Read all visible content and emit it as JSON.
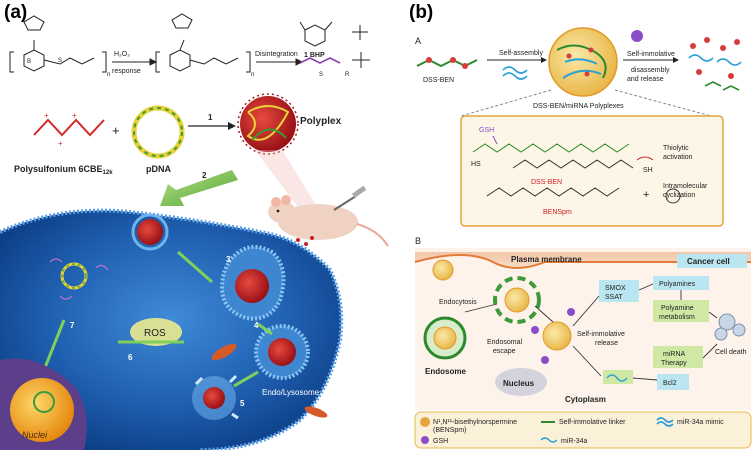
{
  "panel_a": {
    "label": "(a)",
    "chem": {
      "h2o2": "H₂O₂",
      "response": "response",
      "disintegration": "Disintegration",
      "bhp": "1 BHP",
      "n": "n",
      "plus_s": "S",
      "r": "R",
      "boron": "B"
    },
    "polysulfonium": "Polysulfonium 6CBE",
    "polysulfonium_sub": "12k",
    "pdna": "pDNA",
    "polyplex": "Polyplex",
    "ros": "ROS",
    "nuclei": "Nuclei",
    "endo": "Endo/Lysosome",
    "steps": [
      "1",
      "2",
      "3",
      "4",
      "5",
      "6",
      "7"
    ],
    "plus": "+"
  },
  "panel_b": {
    "label": "(b)",
    "section_a": "A",
    "dss_ben": "DSS-BEN",
    "self_assembly": "Self-assembly",
    "self_immolative": "Self-immolative",
    "disassembly": "disassembly",
    "and_release": "and release",
    "polyplexes": "DSS-BEN/miRNA Polyplexes",
    "gsh": "GSH",
    "dss_ben_red": "DSS-BEN",
    "thiolytic": "Thiolytic",
    "activation": "activation",
    "intramolecular": "Intramolecular",
    "cyclization": "cyclization",
    "bensp": "BENSpm",
    "sh": "SH",
    "hs": "HS",
    "nh": "H",
    "section_b": "B",
    "plasma_membrane": "Plasma membrane",
    "cancer_cell": "Cancer cell",
    "endocytosis": "Endocytosis",
    "endosome": "Endosome",
    "endosomal": "Endosomal",
    "escape": "escape",
    "nucleus": "Nucleus",
    "self_immolative_release": "Self-immolative",
    "release": "release",
    "smox": "SMOX",
    "ssat": "SSAT",
    "polyamines": "Polyamines",
    "polyamine": "Polyamine",
    "metabolism": "metabolism",
    "mirna": "miRNA",
    "therapy": "Therapy",
    "cell_death": "Cell death",
    "bcl2": "Bcl2",
    "cytoplasm": "Cytoplasm",
    "legend": {
      "bensp_full": "N¹,N¹¹-bisethylnorspermine",
      "bensp_abbr": "(BENSpm)",
      "linker": "Self-immolative linker",
      "mimic": "miR-34a mimic",
      "gsh": "GSH",
      "mir34a": "miR-34a"
    }
  },
  "colors": {
    "cell_blue": "#2c72c7",
    "polyplex_red": "#c8202a",
    "arrow_green": "#6fbf4a",
    "box_beige": "#fbeed6",
    "box_cyan": "#b9e6f0",
    "box_green": "#cfe9a5",
    "dna_yellow": "#e8d23a",
    "dna_green": "#3a9a3a"
  }
}
